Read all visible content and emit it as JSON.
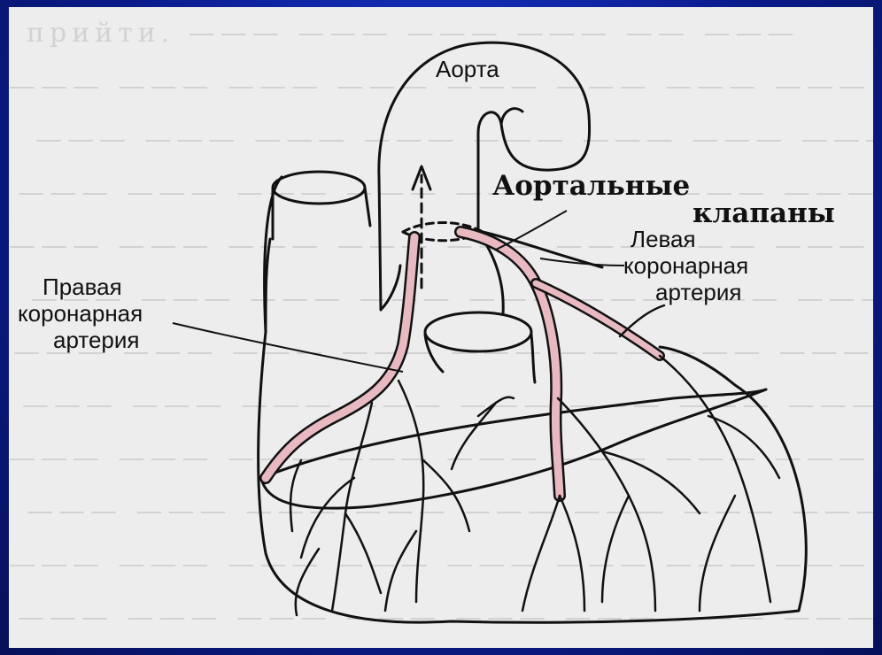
{
  "labels": {
    "aorta": "Аорта",
    "valves_line1": "Аортальные",
    "valves_line2": "клапаны",
    "left_line1": "Левая",
    "left_line2": "коронарная",
    "left_line3": "артерия",
    "right_line1": "Правая",
    "right_line2": "коронарная",
    "right_line3": "артерия"
  },
  "colors": {
    "frame": "#0b1c8e",
    "paper": "#ededed",
    "ink": "#111111",
    "artery": "#e8b9c0"
  }
}
